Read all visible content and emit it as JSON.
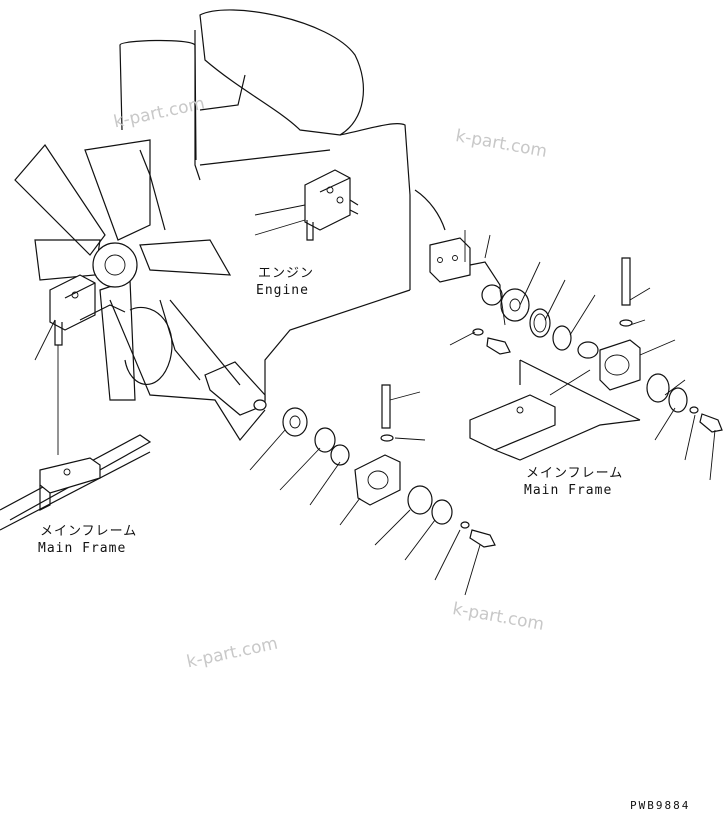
{
  "labels": {
    "engine_jp": "エンジン",
    "engine_en": "Engine",
    "frame_left_jp": "メインフレーム",
    "frame_left_en": "Main Frame",
    "frame_right_jp": "メインフレーム",
    "frame_right_en": "Main Frame"
  },
  "watermark": "k-part.com",
  "drawing_code": "PWB9884"
}
